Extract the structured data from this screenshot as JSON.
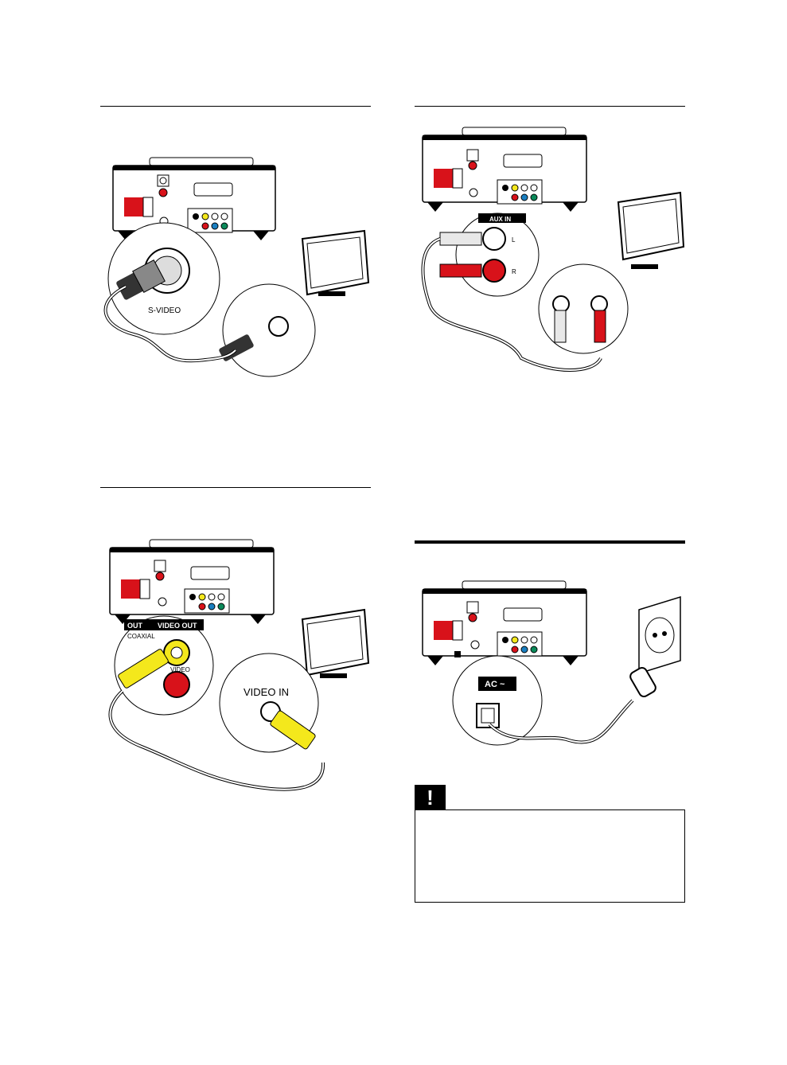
{
  "figures": {
    "svideo": {
      "zoom_label": "S-VIDEO"
    },
    "aux": {
      "panel_label": "AUX IN",
      "left_label": "L",
      "right_label": "R"
    },
    "composite": {
      "panel_label_out": "OUT",
      "panel_label_video_out": "VIDEO OUT",
      "coaxial_label": "COAXIAL",
      "video_label": "VIDEO",
      "tv_jack_label": "VIDEO IN"
    },
    "power": {
      "ac_label": "AC ~"
    }
  },
  "caution": {
    "icon": "exclamation-icon",
    "symbol": "!"
  },
  "colors": {
    "yellow_plug": "#f4e81c",
    "red_plug": "#d8121a",
    "white_plug": "#e8e8e8",
    "speaker_red": "#d8121a",
    "green_jack": "#0b8a5a",
    "blue_jack": "#1a7fc0"
  }
}
